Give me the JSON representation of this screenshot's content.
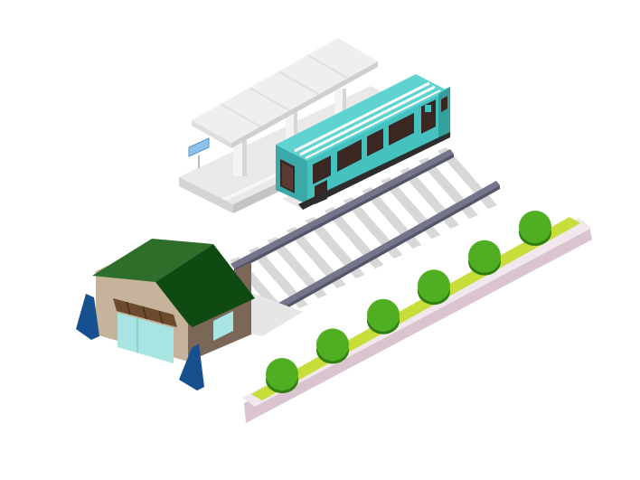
{
  "scene": {
    "description_items": [
      "station-platform",
      "train",
      "railway-track",
      "depot-house",
      "hedge-planter"
    ],
    "colors": {
      "background": "#ffffff",
      "platform_top": "#e6e6e6",
      "platform_side": "#cfcfcf",
      "canopy": "#eeeeee",
      "train_body": "#45c1bf",
      "train_roof": "#5fd3cf",
      "train_window": "#3a2722",
      "train_stripe": "#ffffff",
      "rail": "#6f6f82",
      "sleeper": "#d8d8d8",
      "house_roof_light": "#2d6e2a",
      "house_roof_dark": "#0f4a12",
      "house_wall_front": "#c6b39b",
      "house_wall_side": "#7a6757",
      "house_window": "#a7e4e2",
      "banner": "#16508f",
      "planter_top": "#c7dd3a",
      "planter_base": "#f0e8ec",
      "planter_shadow": "#d9c4cf",
      "bush": "#4fae21",
      "bush_shadow": "#2f7e12"
    },
    "bush_count": 6
  }
}
